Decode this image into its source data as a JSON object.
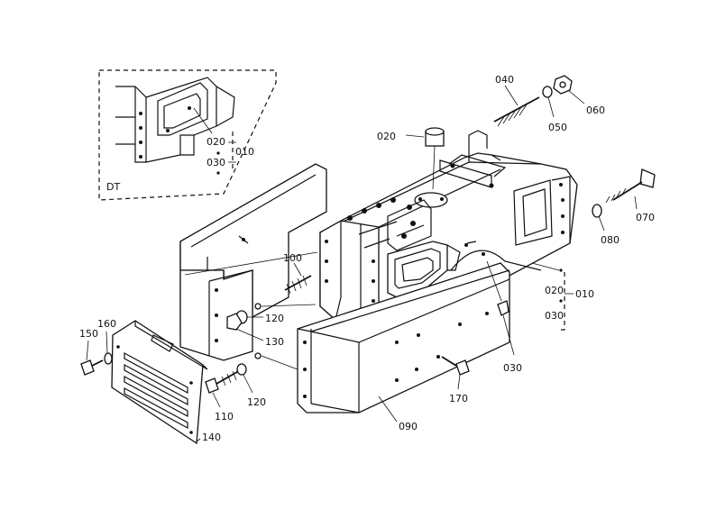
{
  "inset_label": "DT",
  "callouts": {
    "c020_inset": "020",
    "c010_inset": "010",
    "c030_inset": "030",
    "c020_top": "020",
    "c040": "040",
    "c050": "050",
    "c060": "060",
    "c070": "070",
    "c080": "080",
    "c020_right": "020",
    "c010_right": "010",
    "c030_right": "030",
    "c030_low": "030",
    "c100": "100",
    "c120_a": "120",
    "c130": "130",
    "c120_b": "120",
    "c110": "110",
    "c150": "150",
    "c160": "160",
    "c140": "140",
    "c090": "090",
    "c170": "170"
  }
}
